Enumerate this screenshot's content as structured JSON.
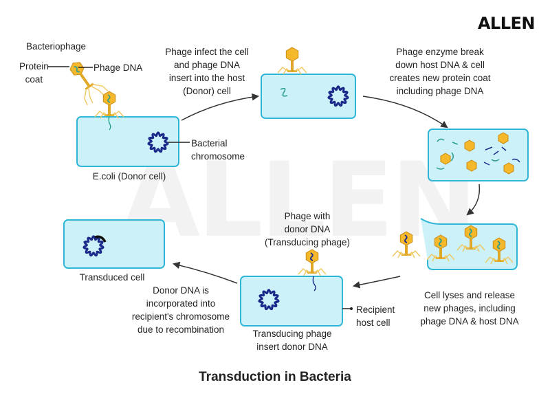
{
  "logo": "ALLEN",
  "watermark": "ALLEN",
  "title": "Transduction in Bacteria",
  "legend": {
    "bacteriophage": "Bacteriophage",
    "protein_coat": [
      "Protein",
      "coat"
    ],
    "phage_dna": "Phage DNA"
  },
  "steps": {
    "donor_cell": "E.coli (Donor cell)",
    "bacterial_chromosome": [
      "Bacterial",
      "chromosome"
    ],
    "infect": [
      "Phage infect the cell",
      "and phage DNA",
      "insert into the host",
      "(Donor) cell"
    ],
    "enzyme": [
      "Phage enzyme break",
      "down host DNA & cell",
      "creates new protein coat",
      "including phage DNA"
    ],
    "lysis": [
      "Cell lyses and release",
      "new phages, including",
      "phage DNA & host DNA"
    ],
    "phage_with_donor": [
      "Phage with",
      "donor DNA",
      "(Transducing phage)"
    ],
    "recipient": [
      "Recipient",
      "host cell"
    ],
    "transducing_insert": [
      "Transducing phage",
      "insert donor DNA"
    ],
    "incorporated": [
      "Donor DNA is",
      "incorporated into",
      "recipient's chromosome",
      "due to recombination"
    ],
    "transduced": "Transduced cell"
  },
  "colors": {
    "cell_fill": "#cdf1f9",
    "cell_stroke": "#2fb6d6",
    "chromosome": "#1a2a8a",
    "phage_head": "#f5b82b",
    "phage_tail": "#e0a826",
    "phage_dna": "#2a9d8f",
    "arrow": "#333333"
  }
}
